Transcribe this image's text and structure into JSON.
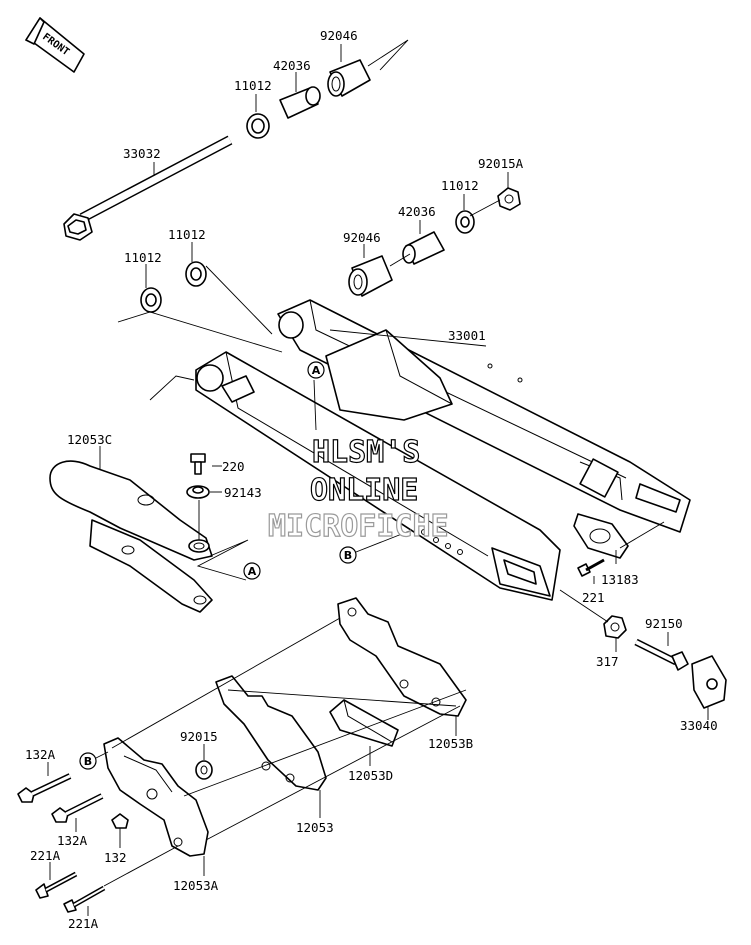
{
  "front_badge": "FRONT",
  "watermark": [
    "HLSM'S",
    "ONLINE",
    "MICROFICHE"
  ],
  "parts": {
    "p92046_top": "92046",
    "p42036_top": "42036",
    "p11012_top": "11012",
    "p33032": "33032",
    "p92015A": "92015A",
    "p11012_r": "11012",
    "p42036_r": "42036",
    "p92046_r": "92046",
    "p11012_l1": "11012",
    "p11012_l2": "11012",
    "p33001": "33001",
    "p12053C": "12053C",
    "p220": "220",
    "p92143": "92143",
    "p13183": "13183",
    "p221": "221",
    "p92150": "92150",
    "p317": "317",
    "p33040": "33040",
    "p92015": "92015",
    "p12053B": "12053B",
    "p12053D": "12053D",
    "p12053": "12053",
    "p12053A": "12053A",
    "p132A_1": "132A",
    "p132A_2": "132A",
    "p132": "132",
    "p221A_1": "221A",
    "p221A_2": "221A"
  },
  "callouts": {
    "a1": "A",
    "a2": "A",
    "b1": "B",
    "b2": "B"
  }
}
